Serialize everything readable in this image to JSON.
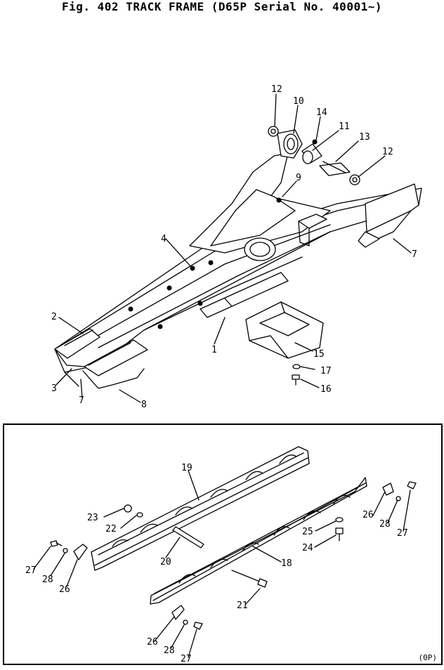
{
  "figure": {
    "title": "Fig. 402  TRACK FRAME (D65P Serial No. 40001~)",
    "page_code": "(0P)"
  },
  "callouts": {
    "c1": "1",
    "c2": "2",
    "c3": "3",
    "c4": "4",
    "c7a": "7",
    "c7b": "7",
    "c8": "8",
    "c9": "9",
    "c10": "10",
    "c11": "11",
    "c12a": "12",
    "c12b": "12",
    "c13": "13",
    "c14": "14",
    "c15": "15",
    "c16": "16",
    "c17": "17",
    "c18": "18",
    "c19": "19",
    "c20": "20",
    "c21": "21",
    "c22": "22",
    "c23": "23",
    "c24": "24",
    "c25": "25",
    "c26a": "26",
    "c26b": "26",
    "c26c": "26",
    "c27a": "27",
    "c27b": "27",
    "c27c": "27",
    "c28a": "28",
    "c28b": "28",
    "c28c": "28"
  }
}
